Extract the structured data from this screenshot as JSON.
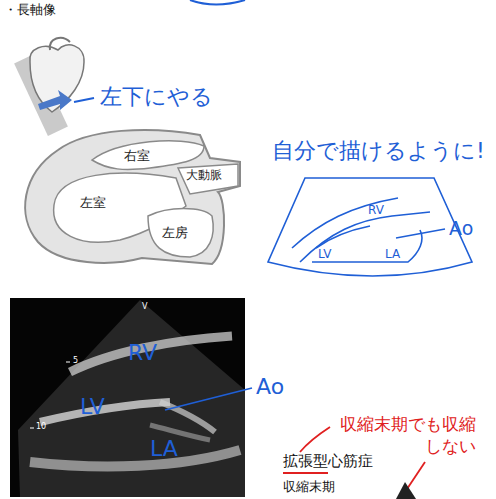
{
  "diagram": {
    "labels": [
      "・長軸像",
      "左下にやる",
      "右室",
      "左室",
      "大動脈",
      "左房",
      "自分で描けるように!",
      "RV",
      "LV",
      "LA",
      "Ao",
      "RV",
      "LV",
      "LA",
      "Ao",
      "V",
      "5",
      "10",
      "収縮末期でも収縮 しない",
      "拡張型心筋症",
      "収縮末期"
    ]
  }
}
